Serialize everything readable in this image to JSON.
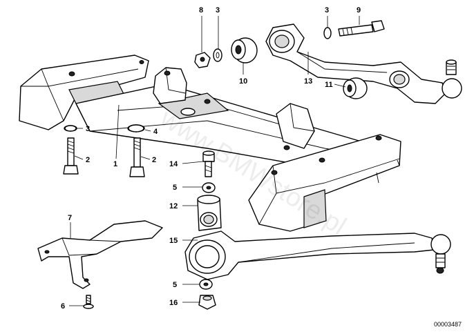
{
  "diagram": {
    "callouts": [
      "8",
      "3",
      "3",
      "9",
      "10",
      "13",
      "11",
      "3",
      "4",
      "2",
      "1",
      "2",
      "14",
      "5",
      "12",
      "7",
      "15",
      "5",
      "16",
      "6"
    ],
    "part_number": "00003487",
    "watermark": "www.BMWstore.pl"
  }
}
